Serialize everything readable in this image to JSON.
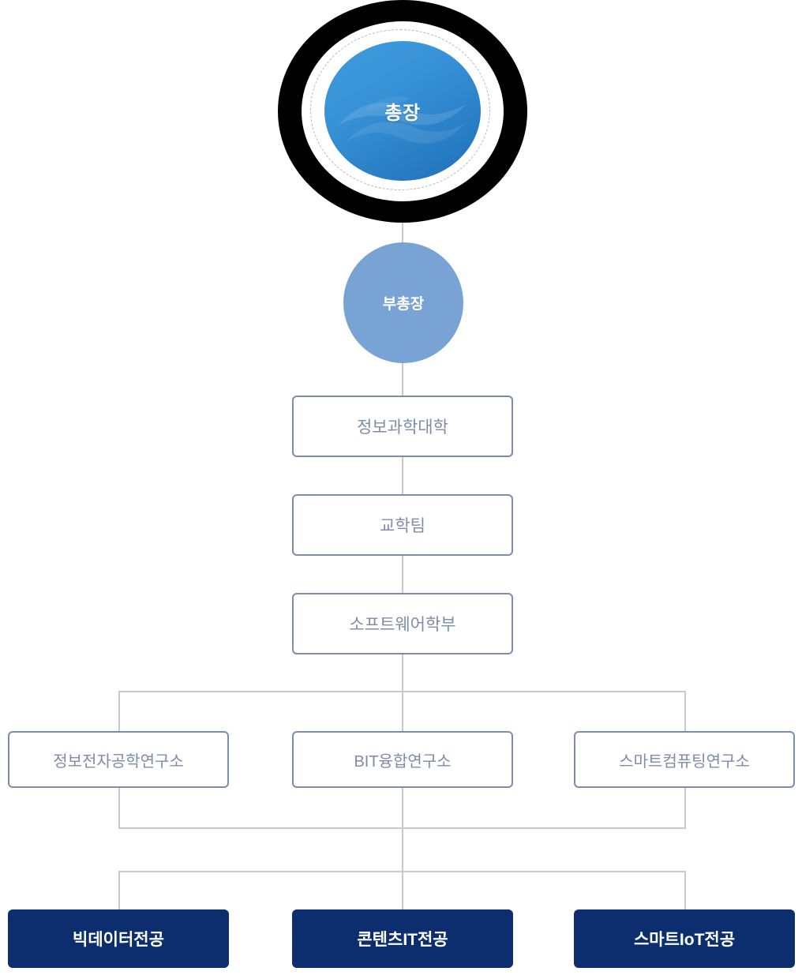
{
  "chart_title": "",
  "colors": {
    "president_ring": "#000000",
    "president_fill": "#2f8ad2",
    "vice_fill": "#79a3d4",
    "box_border": "#7d8ca9",
    "box_text": "#7d8ca9",
    "major_fill": "#0c2e6e",
    "major_text": "#ffffff",
    "connector": "#c9c9c9",
    "background": "#ffffff"
  },
  "president": {
    "label": "총장",
    "icon": "wave-emblem-watermark"
  },
  "vice_president": {
    "label": "부총장"
  },
  "center_units": [
    {
      "label": "정보과학대학"
    },
    {
      "label": "교학팀"
    },
    {
      "label": "소프트웨어학부"
    }
  ],
  "institutes": [
    {
      "label": "정보전자공학연구소"
    },
    {
      "label": "BIT융합연구소"
    },
    {
      "label": "스마트컴퓨팅연구소"
    }
  ],
  "majors": [
    {
      "label": "빅데이터전공"
    },
    {
      "label": "콘텐츠IT전공"
    },
    {
      "label": "스마트IoT전공"
    }
  ]
}
